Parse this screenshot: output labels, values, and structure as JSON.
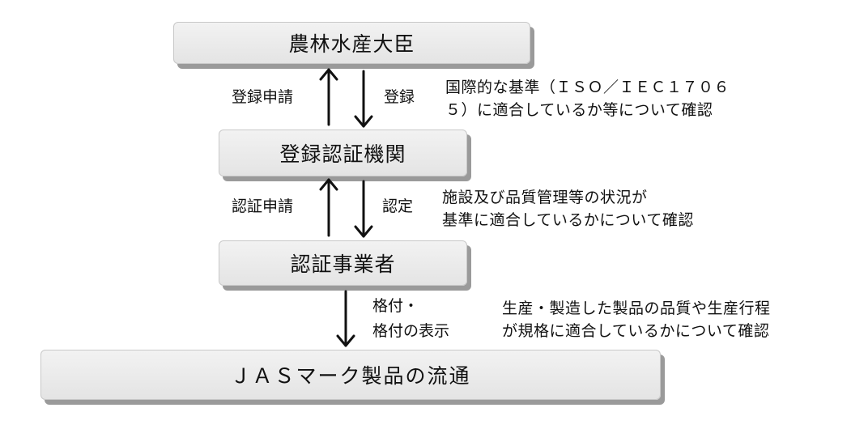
{
  "boxes": {
    "minister": "農林水産大臣",
    "registered_body": "登録認証機関",
    "operator": "認証事業者",
    "distribution": "ＪＡＳマーク製品の流通"
  },
  "arrow_labels": {
    "registration_application": "登録申請",
    "registration": "登録",
    "certification_application": "認証申請",
    "certification": "認定",
    "grading_line1": "格付・",
    "grading_line2": "格付の表示"
  },
  "descriptions": {
    "registration": [
      "国際的な基準（ＩＳＯ／ＩＥＣ１７０６",
      "５）に適合しているか等について確認"
    ],
    "certification": [
      "施設及び品質管理等の状況が",
      "基準に適合しているかについて確認"
    ],
    "grading": [
      "生産・製造した製品の品質や生産行程",
      "が規格に適合しているかについて確認"
    ]
  }
}
